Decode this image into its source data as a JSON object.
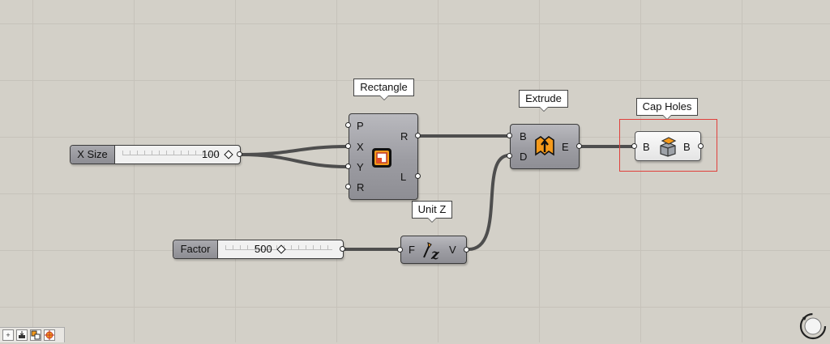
{
  "components": {
    "rectangle": {
      "tooltip": "Rectangle",
      "inputs": [
        "P",
        "X",
        "Y",
        "R"
      ],
      "outputs": [
        "R",
        "L"
      ],
      "icon": "rectangle-icon"
    },
    "extrude": {
      "tooltip": "Extrude",
      "inputs": [
        "B",
        "D"
      ],
      "outputs": [
        "E"
      ],
      "icon": "extrude-icon"
    },
    "cap_holes": {
      "tooltip": "Cap Holes",
      "inputs": [
        "B"
      ],
      "outputs": [
        "B"
      ],
      "icon": "cap-holes-icon"
    },
    "unit_z": {
      "tooltip": "Unit Z",
      "inputs": [
        "F"
      ],
      "outputs": [
        "V"
      ],
      "icon": "unit-z-icon"
    }
  },
  "sliders": {
    "x_size": {
      "label": "X Size",
      "value": "100"
    },
    "factor": {
      "label": "Factor",
      "value": "500"
    }
  },
  "colors": {
    "canvas": "#d3d0c8",
    "wire": "#4e4e4e",
    "highlight": "#e0403c",
    "icon_orange": "#f59a1b"
  },
  "toolbar": {
    "items": [
      "expand-icon",
      "bake-icon",
      "preview-icon",
      "target-icon"
    ]
  }
}
